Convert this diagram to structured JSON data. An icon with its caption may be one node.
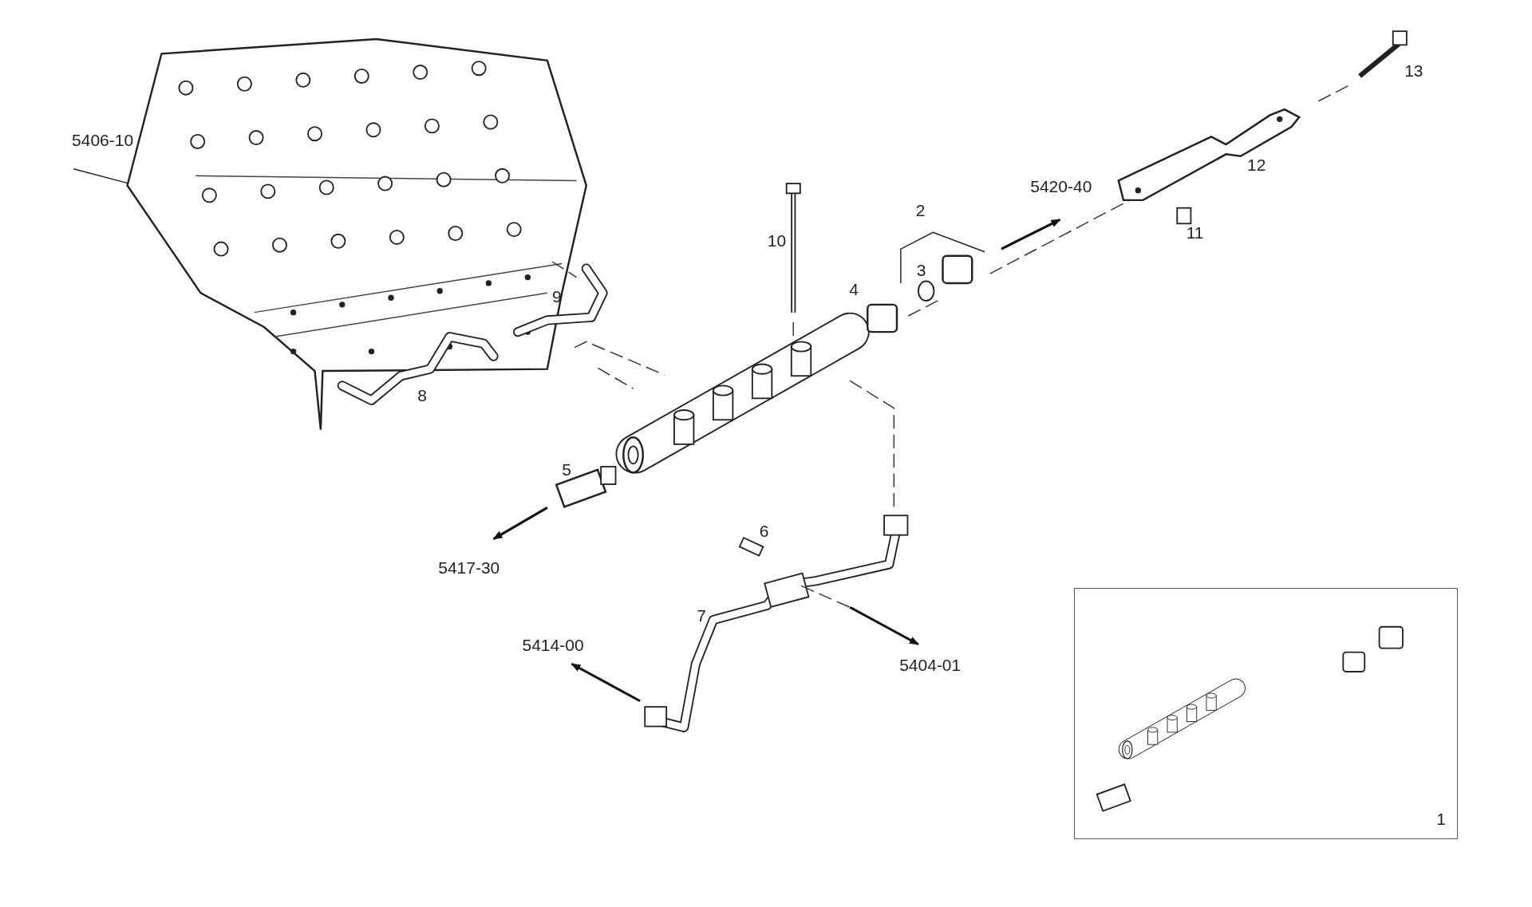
{
  "diagram": {
    "nodes": [
      {
        "text": [
          "1"
        ]
      }
    ],
    "labels": [
      "13",
      "5406-10",
      "12",
      "5420-40",
      "2",
      "11",
      "10",
      "3",
      "4",
      "9",
      "8",
      "5",
      "6",
      "5417-30",
      "7",
      "5414-00",
      "5404-01"
    ]
  }
}
